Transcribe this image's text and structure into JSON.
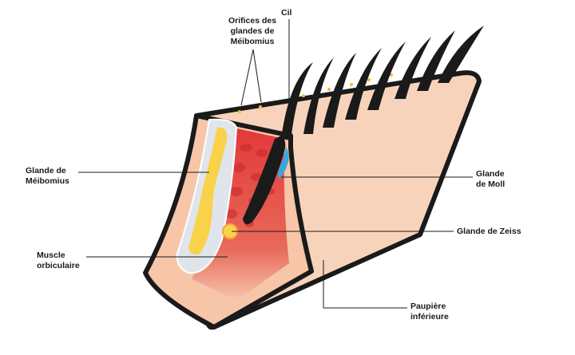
{
  "labels": {
    "cil": "Cil",
    "orifices": [
      "Orifices des",
      "glandes de",
      "Méibomius"
    ],
    "meibomius": [
      "Glande de",
      "Méibomius"
    ],
    "moll": [
      "Glande",
      "de Moll"
    ],
    "zeiss": "Glande de Zeiss",
    "muscle": [
      "Muscle",
      "orbiculaire"
    ],
    "paupiere": [
      "Paupière",
      "inférieure"
    ]
  },
  "colors": {
    "skin": "#f8d3bb",
    "outline": "#1a1a1a",
    "muscle": "#e03a3a",
    "gland": "#f9d24a",
    "gland_capsule": "#dfe5ea",
    "moll_gland": "#3aa7dc",
    "orifice_dots": "#f7b733"
  }
}
